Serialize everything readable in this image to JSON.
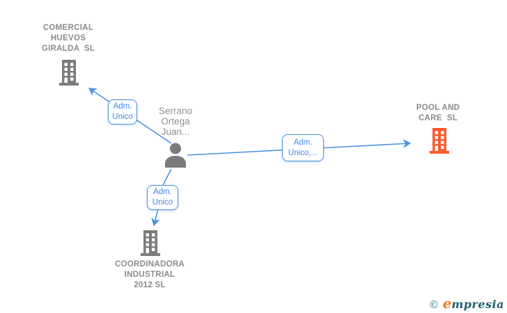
{
  "canvas": {
    "background": "#ffffff"
  },
  "colors": {
    "edge_blue": "#4a90e2",
    "relation_label_text": "#4285f4",
    "company_text_gray": "#8a8a8a",
    "person_text_gray": "#8f8f8f",
    "building_gray": "#7b7b7b",
    "building_orange": "#fb5b2d",
    "logo_teal": "#2e8296",
    "logo_orange": "#ee7d1e",
    "logo_dark_teal": "#1c5f70"
  },
  "nodes": {
    "company_top_left": {
      "name": "COMERCIAL\nHUEVOS\nGIRALDA  SL",
      "icon": "building-icon",
      "color": "#7b7b7b"
    },
    "company_right": {
      "name": "POOL AND\nCARE  SL",
      "icon": "building-icon",
      "color": "#fb5b2d"
    },
    "company_bottom": {
      "name": "COORDINADORA\nINDUSTRIAL\n2012 SL",
      "icon": "building-icon",
      "color": "#7b7b7b"
    },
    "person": {
      "name": "Serrano\nOrtega\nJuan...",
      "icon": "person-icon",
      "color": "#7b7b7b"
    }
  },
  "edges": {
    "person_to_company_top_left": {
      "label": "Adm.\nUnico"
    },
    "person_to_company_bottom": {
      "label": "Adm.\nUnico"
    },
    "person_to_company_right": {
      "label": "Adm.\nUnico,..."
    }
  },
  "logo": {
    "copyright": "©",
    "first_letter": "e",
    "rest": "mpresia"
  }
}
